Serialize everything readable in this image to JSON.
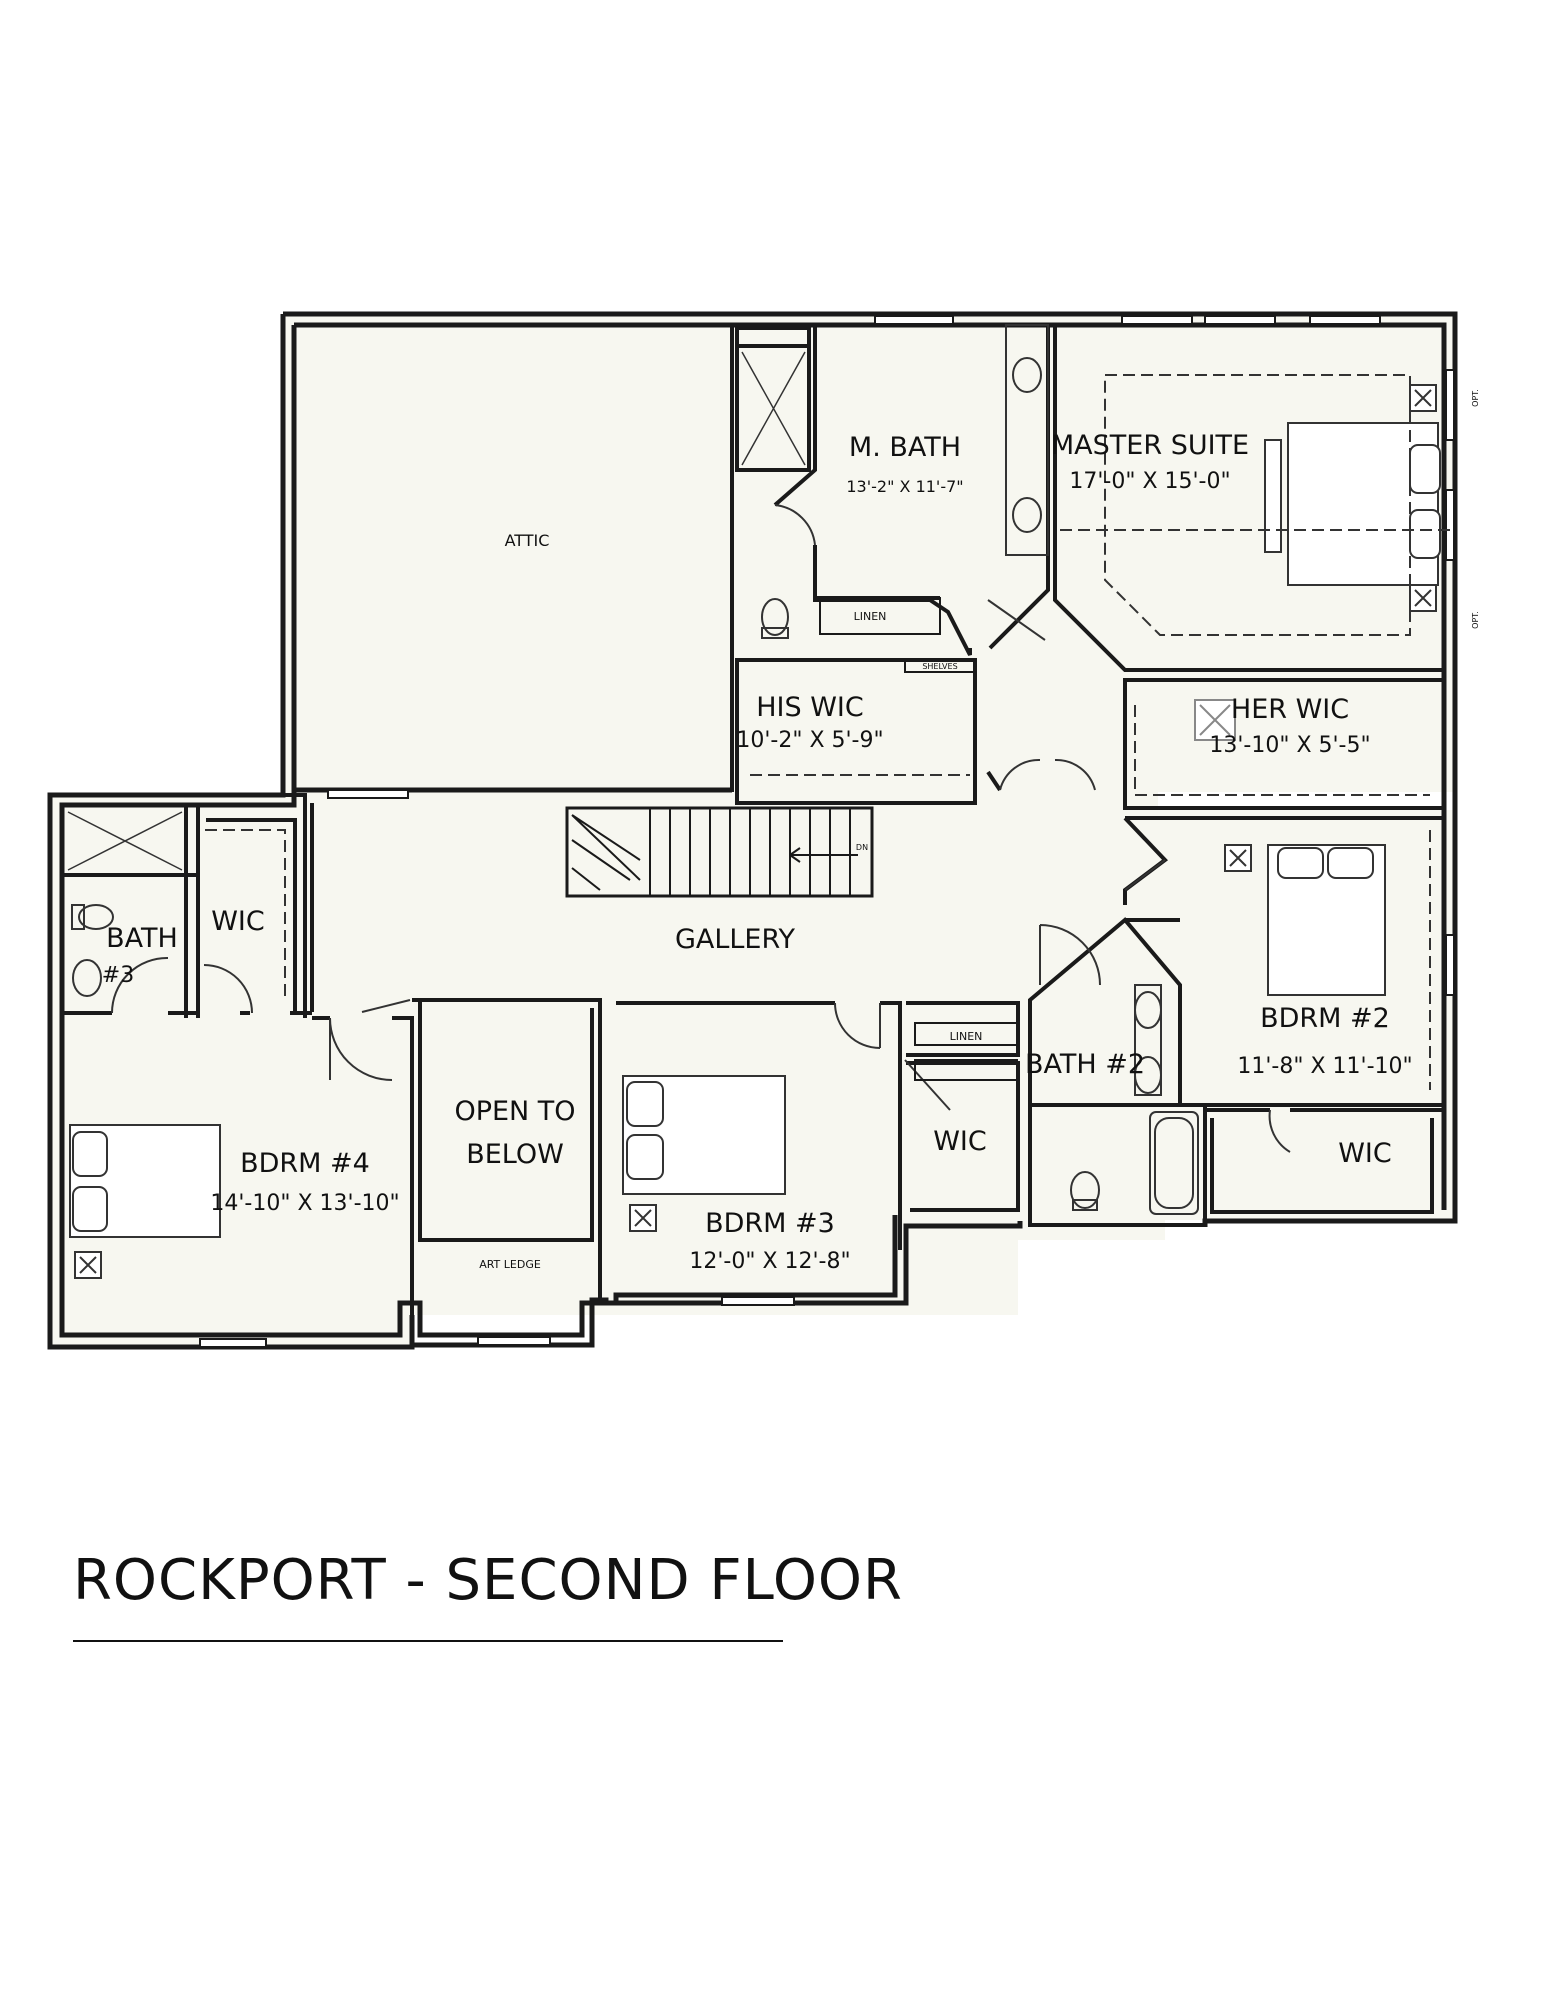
{
  "title": "ROCKPORT - SECOND FLOOR",
  "rooms": {
    "attic": {
      "name": "ATTIC"
    },
    "master_bath": {
      "name": "M. BATH",
      "dims": "13'-2\" X 11'-7\""
    },
    "master_suite": {
      "name": "MASTER SUITE",
      "dims": "17'-0\" X 15'-0\""
    },
    "linen_1": {
      "name": "LINEN"
    },
    "shelves": {
      "name": "SHELVES"
    },
    "his_wic": {
      "name": "HIS WIC",
      "dims": "10'-2\" X 5'-9\""
    },
    "her_wic": {
      "name": "HER WIC",
      "dims": "13'-10\" X 5'-5\""
    },
    "bath3": {
      "name_line1": "BATH",
      "name_line2": "#3"
    },
    "wic_bdrm4": {
      "name": "WIC"
    },
    "gallery": {
      "name": "GALLERY"
    },
    "stair": {
      "label": "DN"
    },
    "bdrm4": {
      "name": "BDRM #4",
      "dims": "14'-10\" X 13'-10\""
    },
    "open_to_below": {
      "line1": "OPEN TO",
      "line2": "BELOW"
    },
    "art_ledge": {
      "name": "ART LEDGE"
    },
    "bdrm3": {
      "name": "BDRM #3",
      "dims": "12'-0\" X 12'-8\""
    },
    "wic_bdrm3": {
      "name": "WIC"
    },
    "linen_2": {
      "name": "LINEN"
    },
    "bath2": {
      "name": "BATH #2"
    },
    "bdrm2": {
      "name": "BDRM #2",
      "dims": "11'-8\" X 11'-10\""
    },
    "wic_bdrm2": {
      "name": "WIC"
    }
  },
  "annotations": {
    "opt_top": "OPT.",
    "opt_bottom": "OPT."
  },
  "colors": {
    "floor": "#f7f7f0",
    "wall": "#1a1a1a",
    "line": "#333333",
    "background": "#ffffff"
  }
}
